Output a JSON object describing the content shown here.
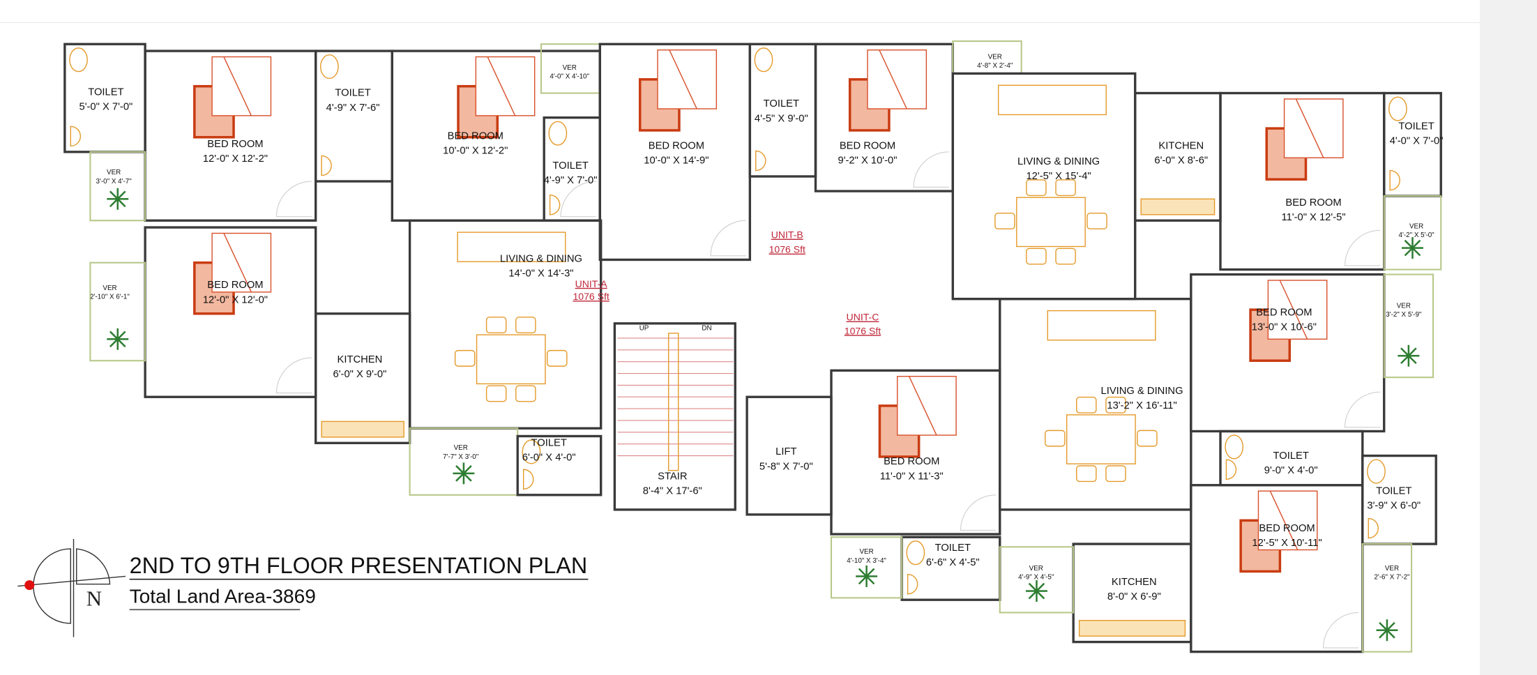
{
  "title": "2ND TO 9TH FLOOR PRESENTATION PLAN",
  "subtitle": "Total Land Area-3869",
  "compass_letter": "N",
  "stair_marks": {
    "up": "UP",
    "dn": "DN"
  },
  "units": [
    {
      "name": "UNIT-A",
      "area": "1076 Sft"
    },
    {
      "name": "UNIT-B",
      "area": "1076 Sft"
    },
    {
      "name": "UNIT-C",
      "area": "1076 Sft"
    }
  ],
  "rooms": [
    {
      "name": "TOILET",
      "size": "5'-0\" X 7'-0\""
    },
    {
      "name": "BED ROOM",
      "size": "12'-0\" X 12'-2\""
    },
    {
      "name": "VER",
      "size": "3'-0\" X 4'-7\""
    },
    {
      "name": "TOILET",
      "size": "4'-9\" X 7'-6\""
    },
    {
      "name": "BED ROOM",
      "size": "10'-0\" X 12'-2\""
    },
    {
      "name": "VER",
      "size": "4'-0\" X 4'-10\""
    },
    {
      "name": "TOILET",
      "size": "4'-9\" X 7'-0\""
    },
    {
      "name": "BED ROOM",
      "size": "12'-0\" X 12'-0\""
    },
    {
      "name": "VER",
      "size": "2'-10\" X 6'-1\""
    },
    {
      "name": "KITCHEN",
      "size": "6'-0\" X 9'-0\""
    },
    {
      "name": "LIVING & DINING",
      "size": "14'-0\" X 14'-3\""
    },
    {
      "name": "VER",
      "size": "7'-7\" X 3'-0\""
    },
    {
      "name": "TOILET",
      "size": "6'-0\" X 4'-0\""
    },
    {
      "name": "STAIR",
      "size": "8'-4\" X 17'-6\""
    },
    {
      "name": "LIFT",
      "size": "5'-8\" X 7'-0\""
    },
    {
      "name": "BED ROOM",
      "size": "10'-0\" X 14'-9\""
    },
    {
      "name": "TOILET",
      "size": "4'-5\" X 9'-0\""
    },
    {
      "name": "BED ROOM",
      "size": "9'-2\" X 10'-0\""
    },
    {
      "name": "VER",
      "size": "4'-8\" X 2'-4\""
    },
    {
      "name": "LIVING & DINING",
      "size": "12'-5\" X 15'-4\""
    },
    {
      "name": "KITCHEN",
      "size": "6'-0\" X 8'-6\""
    },
    {
      "name": "BED ROOM",
      "size": "11'-0\" X 12'-5\""
    },
    {
      "name": "TOILET",
      "size": "4'-0\" X 7'-0\""
    },
    {
      "name": "VER",
      "size": "4'-2\" X 5'-0\""
    },
    {
      "name": "BED ROOM",
      "size": "13'-0\" X 10'-6\""
    },
    {
      "name": "VER",
      "size": "3'-2\" X 5'-9\""
    },
    {
      "name": "LIVING & DINING",
      "size": "13'-2\" X 16'-11\""
    },
    {
      "name": "BED ROOM",
      "size": "11'-0\" X 11'-3\""
    },
    {
      "name": "TOILET",
      "size": "9'-0\" X 4'-0\""
    },
    {
      "name": "TOILET",
      "size": "3'-9\" X 6'-0\""
    },
    {
      "name": "BED ROOM",
      "size": "12'-5\" X 10'-11\""
    },
    {
      "name": "VER",
      "size": "2'-6\" X 7'-2\""
    },
    {
      "name": "KITCHEN",
      "size": "8'-0\" X 6'-9\""
    },
    {
      "name": "TOILET",
      "size": "6'-6\" X 4'-5\""
    },
    {
      "name": "VER",
      "size": "4'-10\" X 3'-4\""
    },
    {
      "name": "VER",
      "size": "4'-9\" X 4'-5\""
    }
  ],
  "colors": {
    "wall": "#3a3a3a",
    "window": "#4a90d9",
    "furniture": "#e59a2a",
    "bed": "#d8502a",
    "unit_label": "#c0283a"
  }
}
